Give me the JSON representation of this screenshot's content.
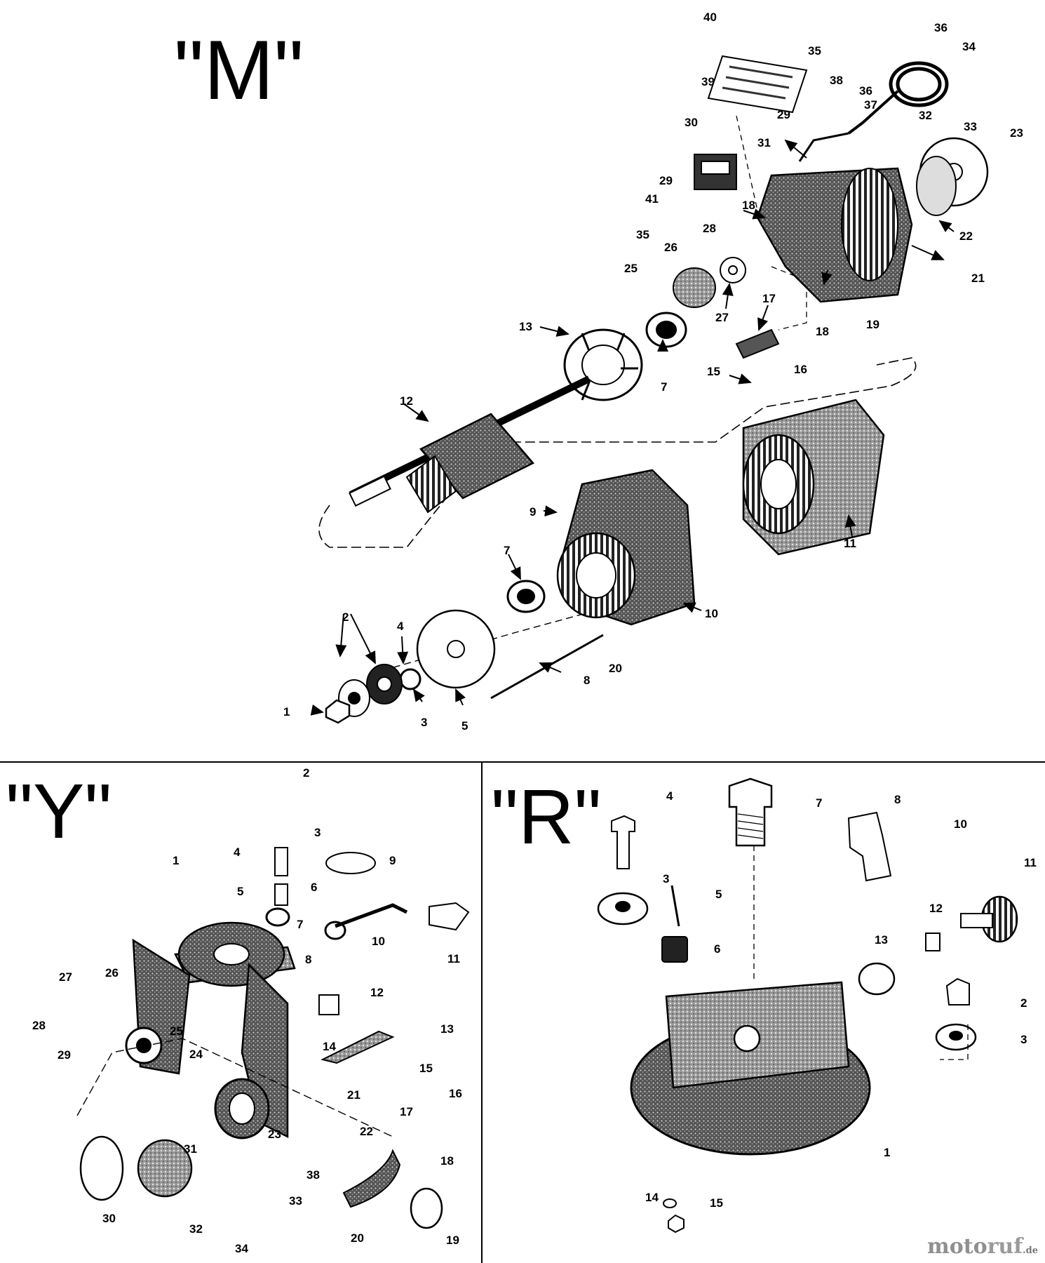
{
  "sections": {
    "m": {
      "title": "\"M\"",
      "callouts": [
        "1",
        "2",
        "3",
        "4",
        "5",
        "7",
        "8",
        "9",
        "10",
        "11",
        "12",
        "13",
        "15",
        "16",
        "17",
        "18",
        "19",
        "20",
        "21",
        "22",
        "23",
        "25",
        "26",
        "27",
        "28",
        "29",
        "30",
        "31",
        "32",
        "33",
        "34",
        "35",
        "36",
        "37",
        "38",
        "39",
        "40",
        "41"
      ]
    },
    "y": {
      "title": "\"Y\"",
      "callouts": [
        "1",
        "2",
        "3",
        "4",
        "5",
        "6",
        "7",
        "8",
        "9",
        "10",
        "11",
        "12",
        "13",
        "14",
        "15",
        "16",
        "17",
        "18",
        "19",
        "20",
        "21",
        "22",
        "23",
        "24",
        "25",
        "26",
        "27",
        "28",
        "29",
        "30",
        "31",
        "32",
        "33",
        "34",
        "38"
      ]
    },
    "r": {
      "title": "\"R\"",
      "callouts": [
        "1",
        "2",
        "3",
        "4",
        "5",
        "6",
        "7",
        "8",
        "10",
        "11",
        "12",
        "13",
        "14",
        "15"
      ]
    }
  },
  "watermark": {
    "brand_part1": "moto",
    "brand_part2": "ruf",
    "tld": ".de"
  },
  "colors": {
    "ink": "#000000",
    "paper": "#ffffff",
    "watermark": "#9a9a9a",
    "watermark_accent": "#e07a10"
  }
}
